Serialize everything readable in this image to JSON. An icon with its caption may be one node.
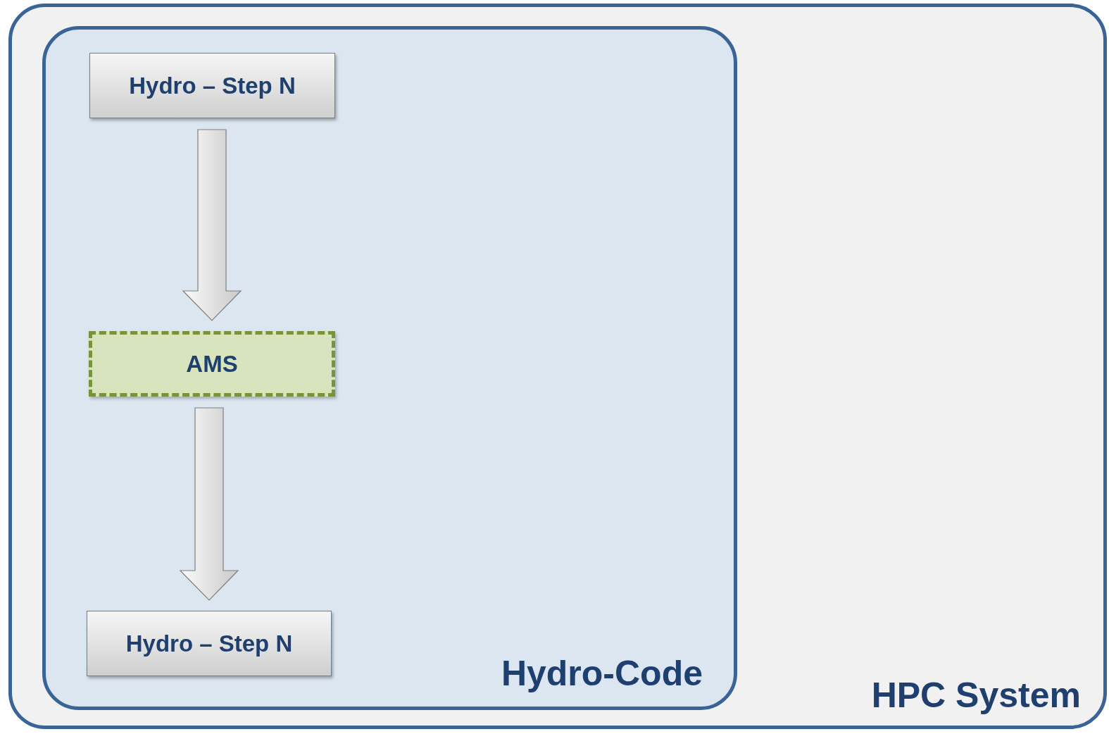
{
  "diagram": {
    "nodes": [
      {
        "text": [
          "HPC System"
        ]
      },
      {
        "text": [
          "Hydro-Code"
        ],
        "in": 0
      },
      {
        "text": [
          "Hydro – Step N"
        ],
        "in": 1
      },
      {
        "text": [
          "AMS"
        ],
        "in": 1
      },
      {
        "text": [
          "Hydro – Step N"
        ],
        "in": 1
      }
    ],
    "edges": [
      {
        "from": 2,
        "to": 3,
        "arrow": "to"
      },
      {
        "from": 3,
        "to": 4,
        "arrow": "to"
      }
    ]
  }
}
